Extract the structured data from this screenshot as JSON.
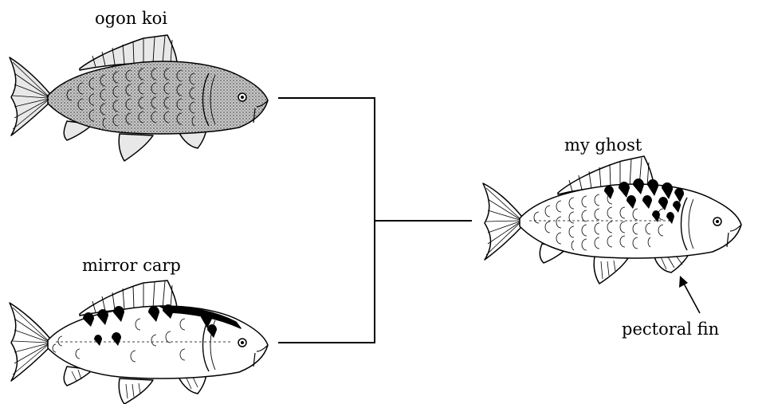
{
  "labels": {
    "parent_top": "ogon koi",
    "parent_bottom": "mirror carp",
    "offspring": "my ghost",
    "callout": "pectoral fin"
  },
  "colors": {
    "line": "#000000",
    "ogon_body": "#b8b8b8",
    "pale_body": "#ffffff",
    "markings": "#000000"
  }
}
